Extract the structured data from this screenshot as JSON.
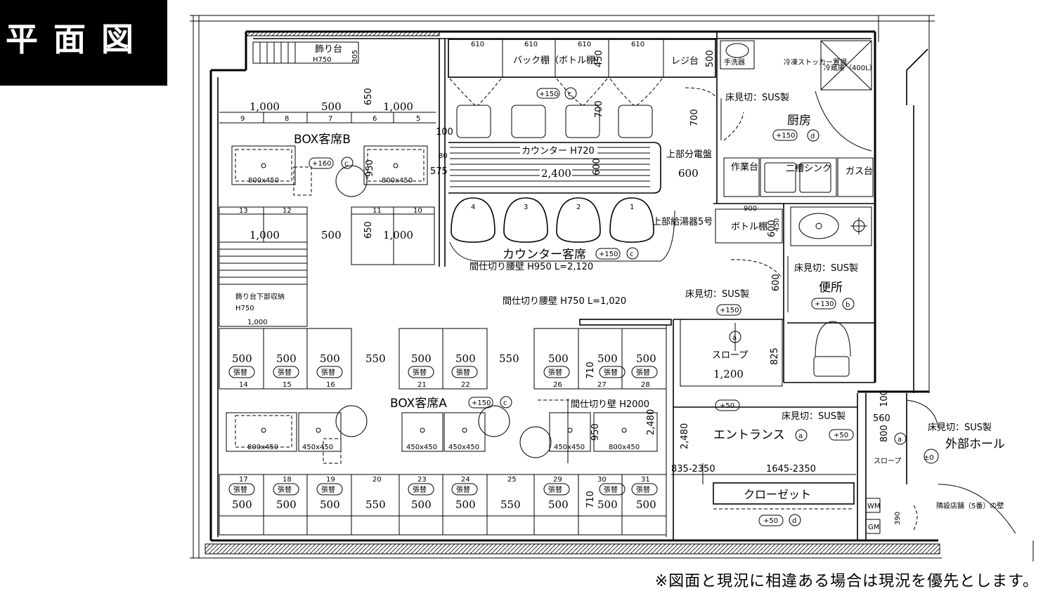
{
  "header": {
    "title": "平面図"
  },
  "footer": {
    "note": "※図面と現況に相違ある場合は現況を優先とします。"
  },
  "labels": {
    "kazaridai": "飾り台",
    "kazaridai_h": "H750",
    "kazaridai_dim": "305",
    "backshelf": "バック棚（ボトル棚）",
    "backshelf_h": "450",
    "regi": "レジ台",
    "regi_h": "500",
    "shelf_610_a": "610",
    "shelf_610_b": "610",
    "shelf_610_c": "610",
    "shelf_610_d": "610",
    "tearai": "手洗器",
    "reizou_stocker": "冷凍ストッカー置場",
    "reizouko": "冷蔵庫（400L）",
    "yukamikiri_kitchen": "床見切：SUS製",
    "kitchen": "厨房",
    "kitchen_lvl": "+150",
    "kitchen_mark": "d",
    "kitchen_700": "700",
    "boxb": "BOX客席B",
    "boxb_lvl": "+160",
    "boxb_mark": "c",
    "boxb_950": "950",
    "boxb_table1": "800x450",
    "boxb_table2": "800x450",
    "dimB_1000a": "1,000",
    "dimB_500": "500",
    "dimB_650": "650",
    "dimB_1000b": "1,000",
    "seatB_9": "9",
    "seatB_8": "8",
    "seatB_7": "7",
    "seatB_6": "6",
    "seatB_5": "5",
    "seatB_13": "13",
    "seatB_12": "12",
    "seatB_11": "11",
    "seatB_10": "10",
    "dimB2_1000a": "1,000",
    "dimB2_500": "500",
    "dimB2_650": "650",
    "dimB2_1000b": "1,000",
    "counter_lvl150": "+150",
    "counter_mark": "c",
    "counter_700": "700",
    "counter_100": "100",
    "counter_80": "80",
    "counter_575": "575",
    "counter": "カウンター H720",
    "counter_2400": "2,400",
    "counter_600": "600",
    "joubu_bundenban": "上部分電盤",
    "kitchen_600": "600",
    "sagyoudai": "作業台",
    "nisou_sink": "二槽シンク",
    "gasdai": "ガス台",
    "stool_4": "4",
    "stool_3": "3",
    "stool_2": "2",
    "stool_1": "1",
    "joubu_kyutouki": "上部給湯器5号",
    "bottle_shelf": "ボトル棚",
    "bottle_900": "900",
    "bottle_450": "450",
    "bottle_600": "600",
    "counter_seat": "カウンター客席",
    "counter_seat_lvl": "+150",
    "counter_seat_mark": "c",
    "partition_counter": "間仕切り腰壁 H950 L=2,120",
    "kazaridai_under": "飾り台下部収納",
    "kazaridai_under_h": "H750",
    "kazaridai_under_1000": "1,000",
    "partition_1020": "間仕切り腰壁 H750 L=1,020",
    "yukamikiri_slope": "床見切：SUS製",
    "slope_lvl": "+150",
    "slope_mark": "a",
    "slope": "スロープ",
    "slope_825": "825",
    "slope_1200": "1,200",
    "toilet_yukamikiri": "床見切：SUS製",
    "toilet": "便所",
    "toilet_lvl": "+130",
    "toilet_mark": "b",
    "toilet_600": "600",
    "dimA_500a": "500",
    "dimA_500b": "500",
    "dimA_500c": "500",
    "dimA_550a": "550",
    "dimA_500d": "500",
    "dimA_500e": "500",
    "dimA_550b": "550",
    "dimA_500f": "500",
    "dimA_710": "710",
    "dimA_500g": "500",
    "dimA_500h": "500",
    "harikae": "張替",
    "seatA_14": "14",
    "seatA_15": "15",
    "seatA_16": "16",
    "seatA_21": "21",
    "seatA_22": "22",
    "seatA_26": "26",
    "seatA_27": "27",
    "seatA_28": "28",
    "boxa": "BOX客席A",
    "boxa_lvl": "+150",
    "boxa_mark": "c",
    "partition_2000": "間仕切り壁 H2000",
    "boxa_950": "950",
    "boxa_2480": "2,480",
    "tableA_1": "800x450",
    "tableA_2": "450x450",
    "tableA_3": "450x450",
    "tableA_4": "450x450",
    "tableA_5": "450x450",
    "tableA_6": "800x450",
    "seatA_17": "17",
    "seatA_18": "18",
    "seatA_19": "19",
    "seatA_20": "20",
    "seatA_23": "23",
    "seatA_24": "24",
    "seatA_25": "25",
    "seatA_29": "29",
    "seatA_30": "30",
    "seatA_31": "31",
    "dimA2_500a": "500",
    "dimA2_500b": "500",
    "dimA2_500c": "500",
    "dimA2_550a": "550",
    "dimA2_500d": "500",
    "dimA2_500e": "500",
    "dimA2_550b": "550",
    "dimA2_500f": "500",
    "dimA2_710": "710",
    "dimA2_500g": "500",
    "dimA2_500h": "500",
    "entrance_lvl50": "+50",
    "entrance_2480": "2,480",
    "entrance": "エントランス",
    "entrance_mark": "a",
    "entrance_yukamikiri": "床見切：SUS製",
    "entrance_lvl50b": "+50",
    "dim_835": "835-2350",
    "dim_1645": "1645-2350",
    "closet": "クローゼット",
    "closet_lvl": "+50",
    "closet_mark": "d",
    "door_560": "560",
    "door_800": "800",
    "door_100": "100",
    "door_mark": "a",
    "slope_out": "スロープ",
    "outside_lvl": "±0",
    "outside_yukamikiri": "床見切：SUS製",
    "outside_hall": "外部ホール",
    "neighbor_wall": "隣設店舗（5番）の壁",
    "wm": "WM",
    "gm": "GM",
    "dim_390": "390"
  }
}
